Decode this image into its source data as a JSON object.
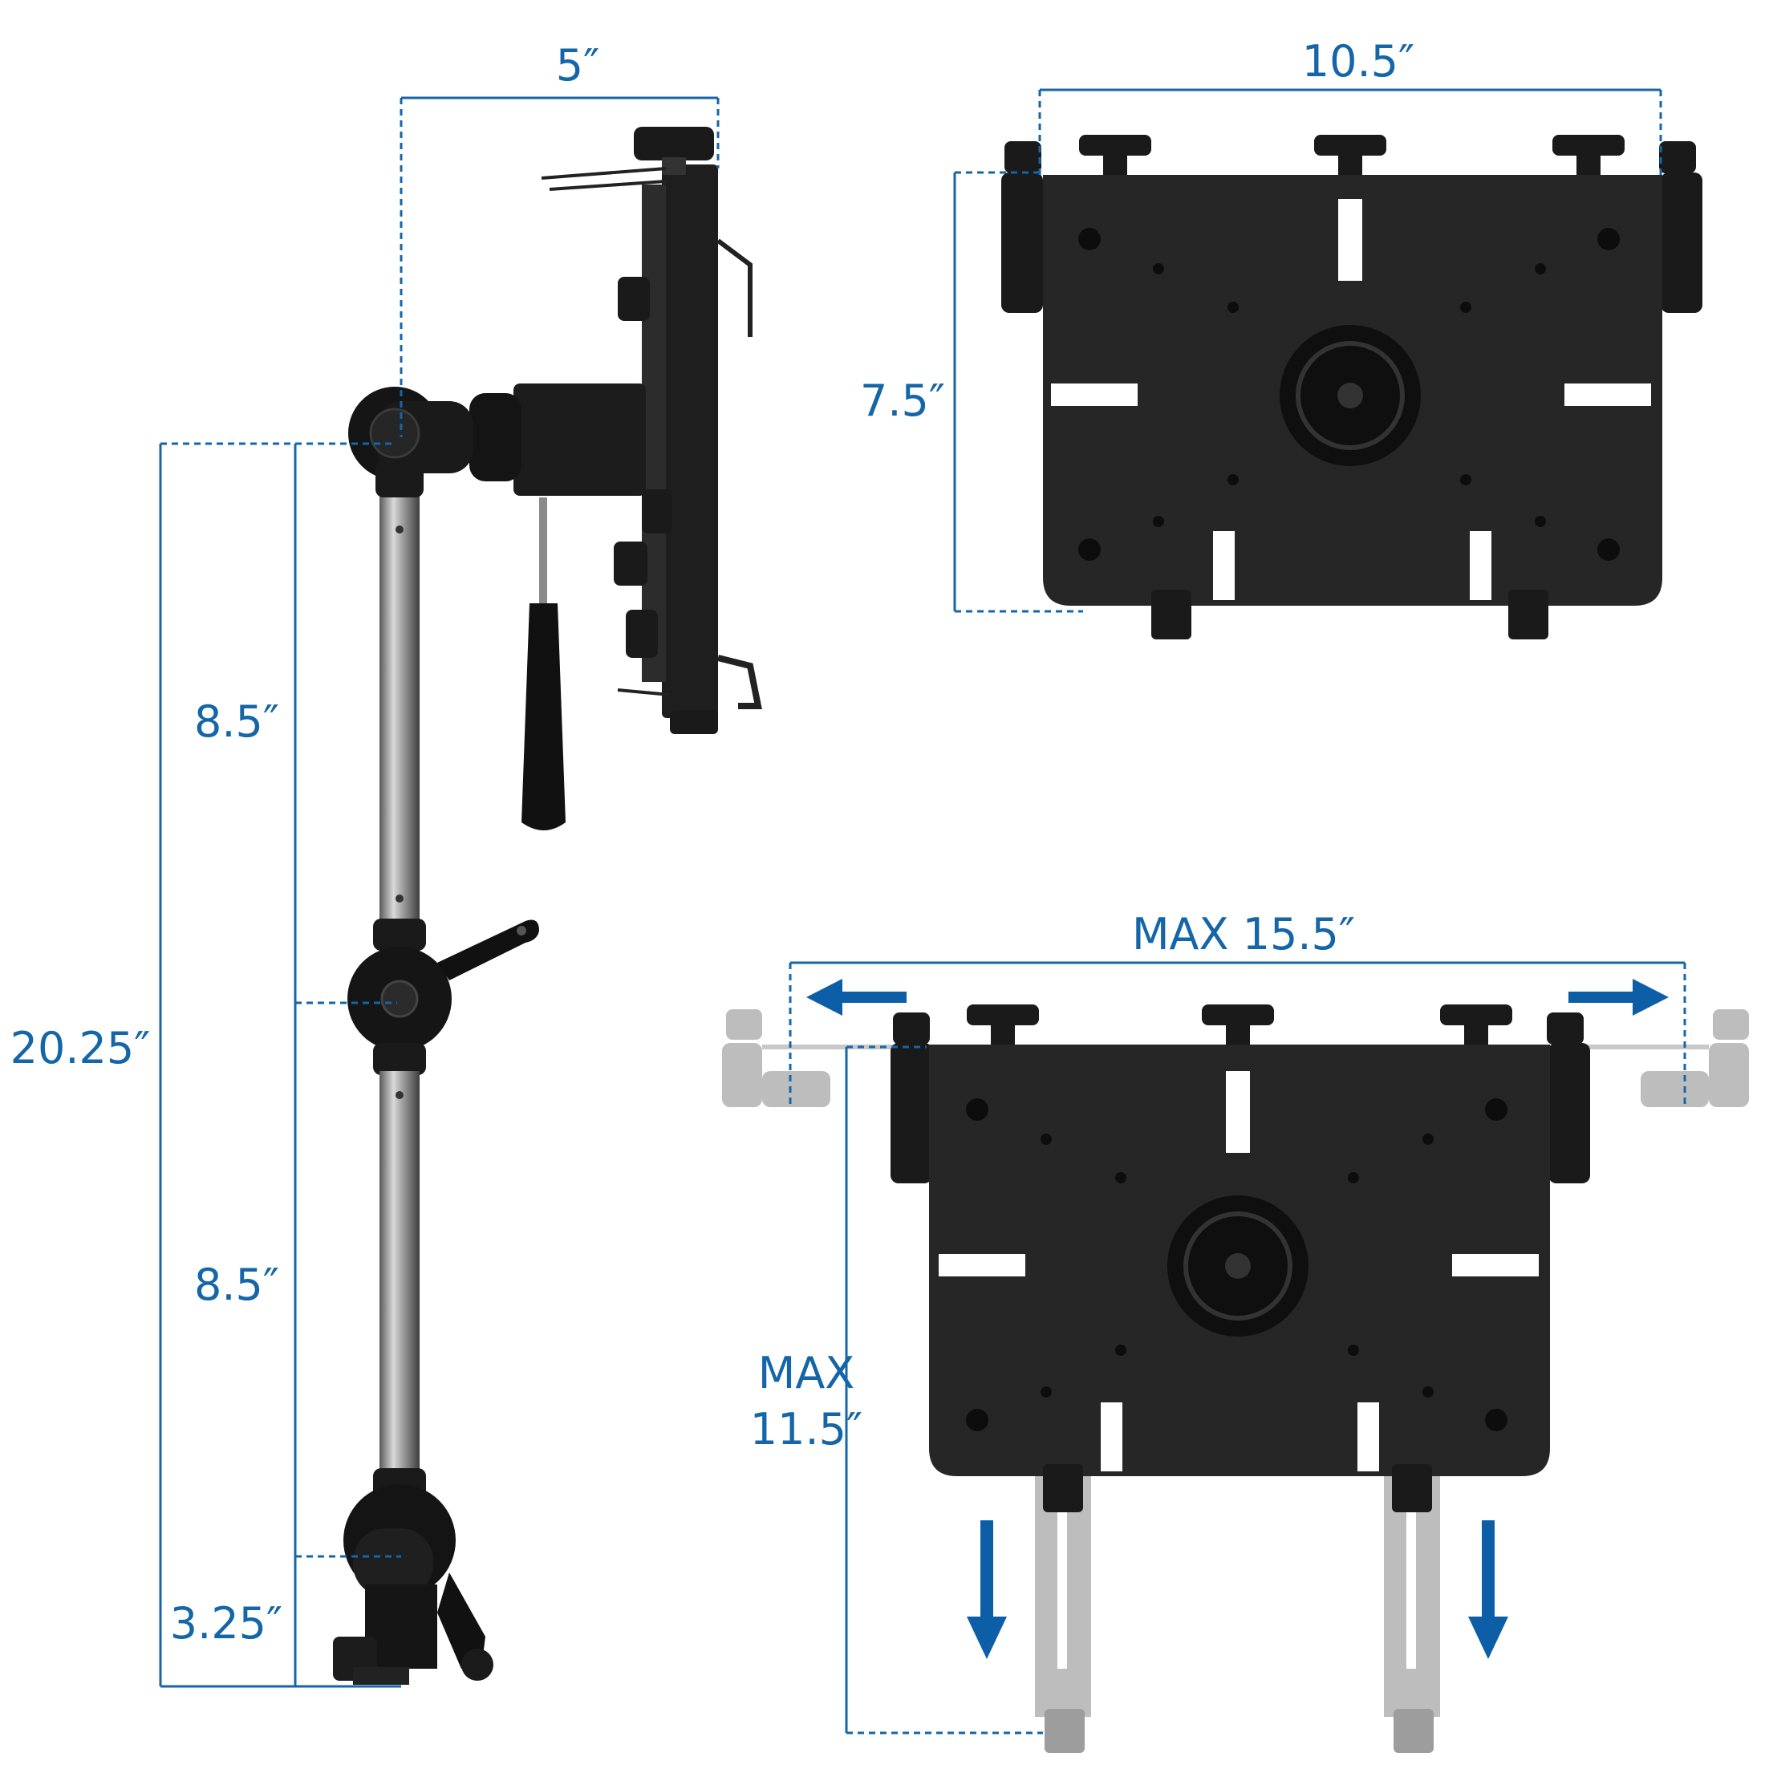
{
  "dimensions": {
    "side_top_width": "5″",
    "side_total_height": "20.25″",
    "side_upper_arm": "8.5″",
    "side_lower_arm": "8.5″",
    "side_base": "3.25″",
    "tray_width": "10.5″",
    "tray_height": "7.5″",
    "tray_max_width": "MAX 15.5″",
    "tray_max_height_line1": "MAX",
    "tray_max_height_line2": "11.5″"
  },
  "colors": {
    "dimension_blue": "#1466a8",
    "plate_black": "#262626",
    "ghost_gray": "#bdbdbd"
  }
}
